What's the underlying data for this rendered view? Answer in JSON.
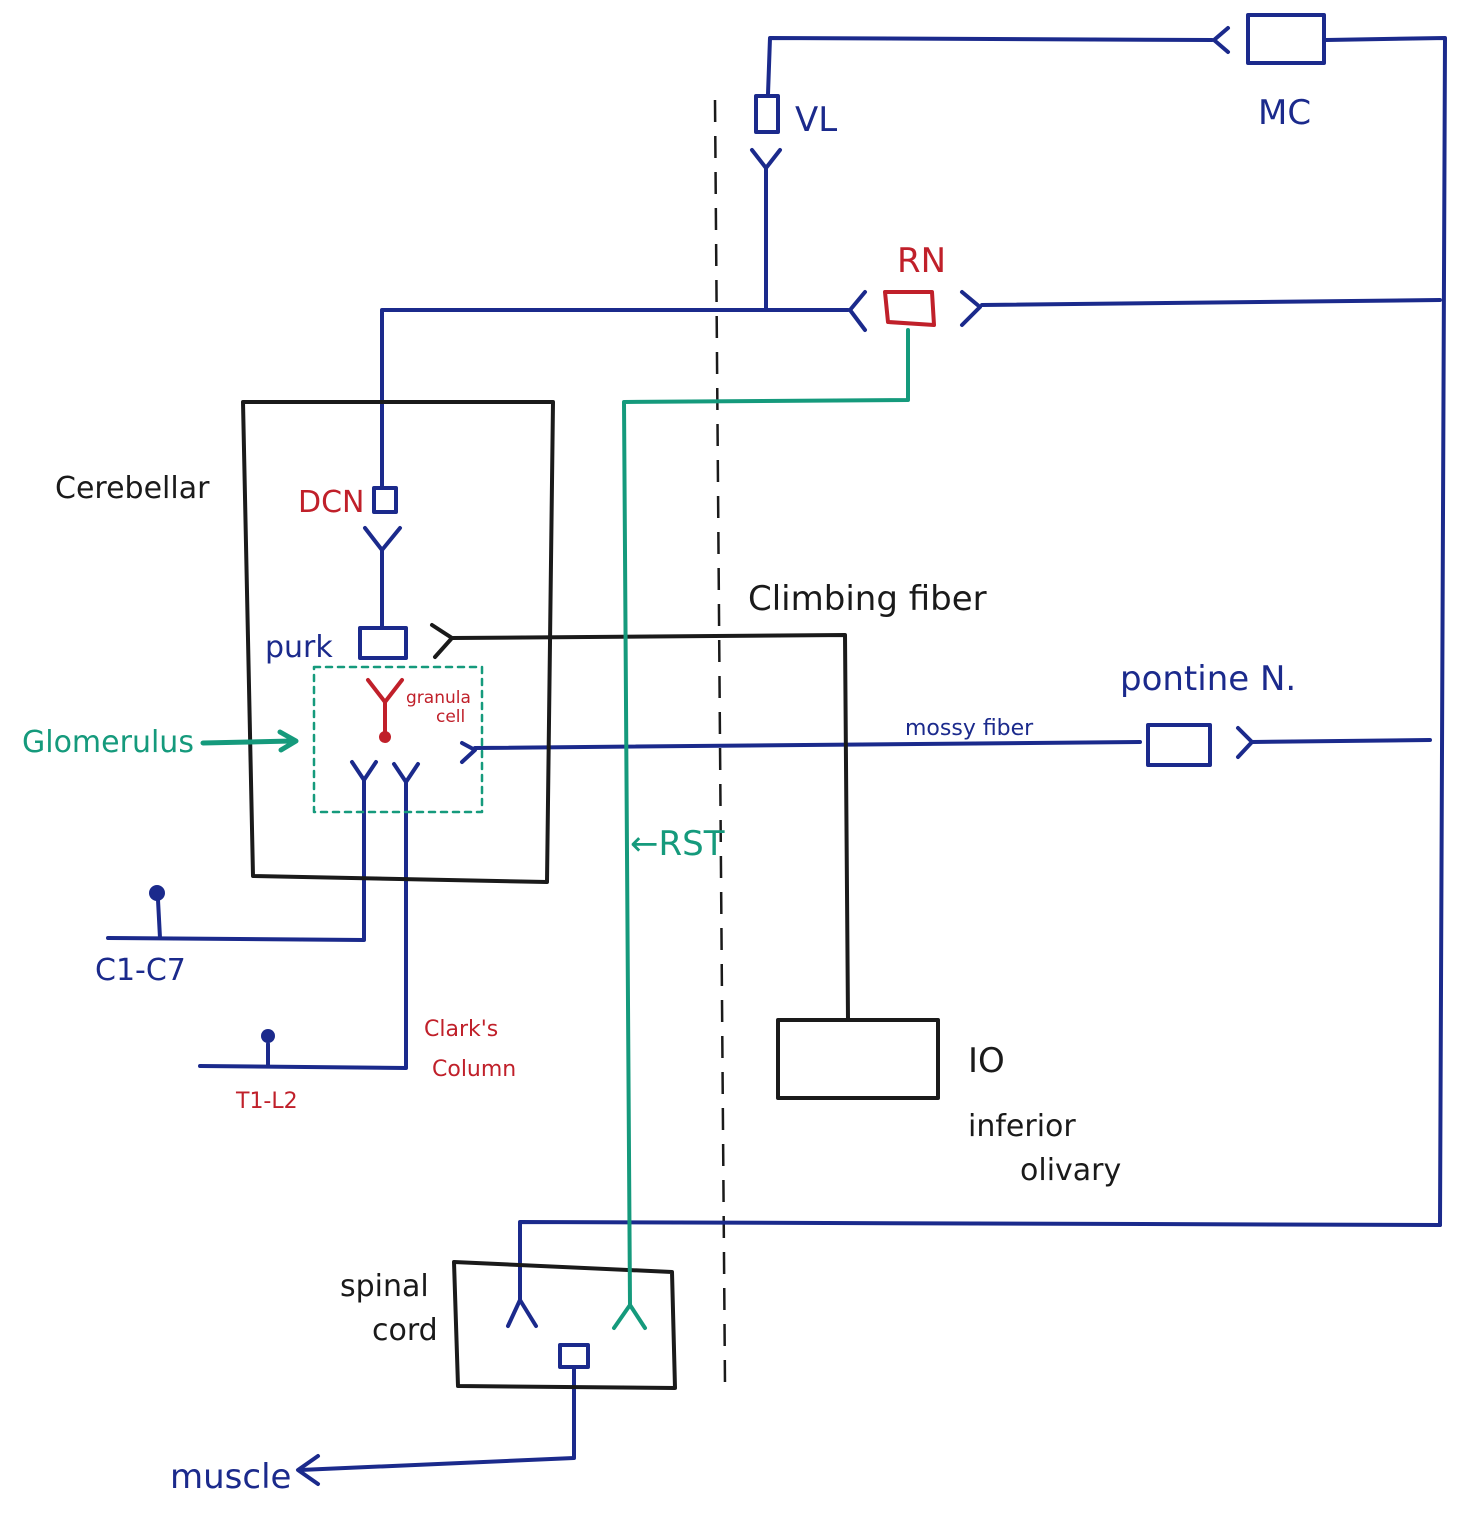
{
  "colors": {
    "blue": "#1b2a8c",
    "red": "#c0202a",
    "green": "#159a7c",
    "black": "#1a1a1a"
  },
  "labels": {
    "vl": "VL",
    "mc": "MC",
    "rn": "RN",
    "cerebellar": "Cerebellar",
    "dcn": "DCN",
    "purk": "purk",
    "granula": "granula",
    "cell": "cell",
    "glomerulus": "Glomerulus",
    "climbing_fiber": "Climbing fiber",
    "pontine": "pontine N.",
    "mossy_fiber": "mossy fiber",
    "rst": "←RST",
    "c1c7": "C1-C7",
    "clarks": "Clark's",
    "column": "Column",
    "t1l2": "T1-L2",
    "io": "IO",
    "inferior": "inferior",
    "olivary": "olivary",
    "spinal": "spinal",
    "cord": "cord",
    "muscle": "muscle"
  }
}
